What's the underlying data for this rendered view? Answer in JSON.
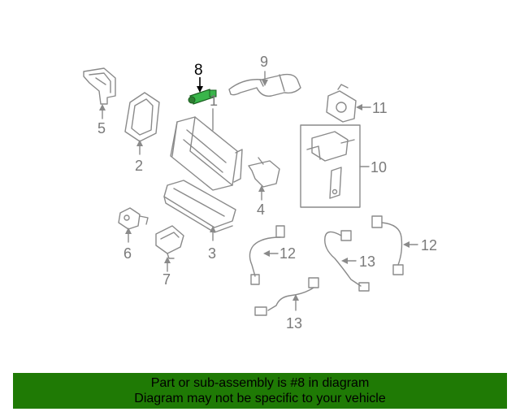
{
  "diagram": {
    "callouts": [
      "8",
      "9",
      "5",
      "2",
      "1",
      "11",
      "10",
      "4",
      "6",
      "3",
      "12",
      "13",
      "7",
      "13",
      "12"
    ],
    "highlight_color": "#39b54a"
  },
  "banner": {
    "line1": "Part or sub-assembly is #8 in diagram",
    "line2": "Diagram may not be specific to your vehicle",
    "color": "#1f7a05"
  }
}
